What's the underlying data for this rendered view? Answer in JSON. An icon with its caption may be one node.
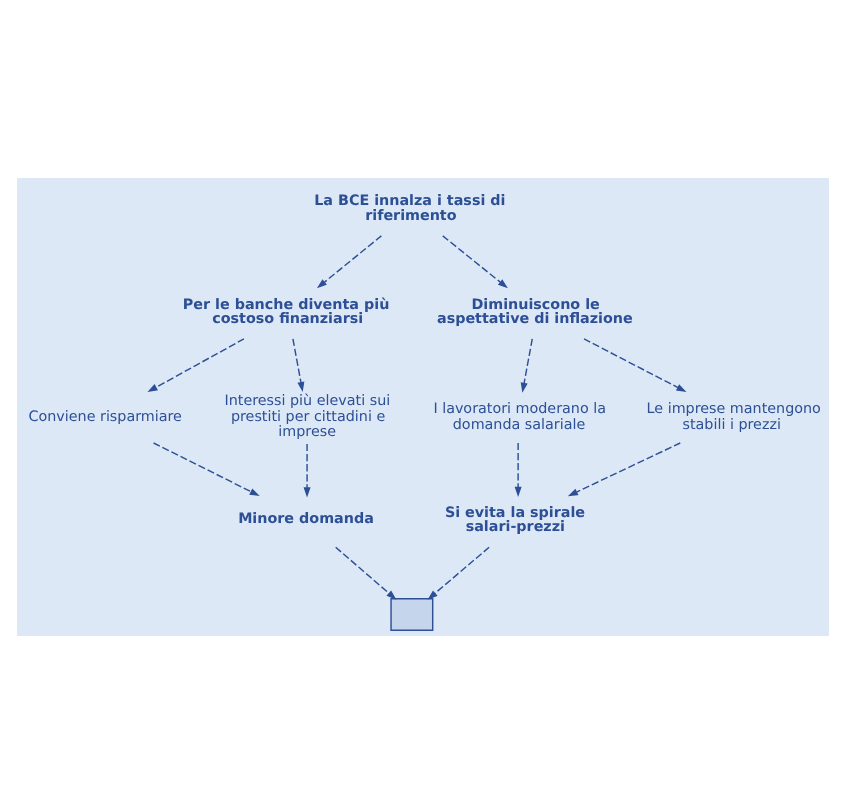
{
  "diagram": {
    "nodes": [
      {
        "text": [
          "La BCE innalza i tassi di riferimento"
        ]
      },
      {
        "text": [
          "Per le banche diventa più costoso finanziarsi"
        ]
      },
      {
        "text": [
          "Diminuiscono le aspettative di inflazione"
        ]
      },
      {
        "text": [
          "Conviene risparmiare"
        ]
      },
      {
        "text": [
          "Interessi più elevati sui prestiti per cittadini e imprese"
        ]
      },
      {
        "text": [
          "I lavoratori moderano la domanda salariale"
        ]
      },
      {
        "text": [
          "Le imprese mantengono stabili i prezzi"
        ]
      },
      {
        "text": [
          "Minore domanda"
        ]
      },
      {
        "text": [
          "Si evita la spirale salari-prezzi"
        ]
      },
      {
        "text": [],
        "shape": "box"
      }
    ],
    "edges": [
      {
        "from": 0,
        "to": 1,
        "arrow": "to",
        "style": "dashed"
      },
      {
        "from": 0,
        "to": 2,
        "arrow": "to",
        "style": "dashed"
      },
      {
        "from": 1,
        "to": 3,
        "arrow": "to",
        "style": "dashed"
      },
      {
        "from": 1,
        "to": 4,
        "arrow": "to",
        "style": "dashed"
      },
      {
        "from": 2,
        "to": 5,
        "arrow": "to",
        "style": "dashed"
      },
      {
        "from": 2,
        "to": 6,
        "arrow": "to",
        "style": "dashed"
      },
      {
        "from": 3,
        "to": 7,
        "arrow": "to",
        "style": "dashed"
      },
      {
        "from": 4,
        "to": 7,
        "arrow": "to",
        "style": "dashed"
      },
      {
        "from": 5,
        "to": 8,
        "arrow": "to",
        "style": "dashed"
      },
      {
        "from": 6,
        "to": 8,
        "arrow": "to",
        "style": "dashed"
      },
      {
        "from": 7,
        "to": 9,
        "arrow": "to",
        "style": "dashed"
      },
      {
        "from": 8,
        "to": 9,
        "arrow": "to",
        "style": "dashed"
      }
    ]
  }
}
